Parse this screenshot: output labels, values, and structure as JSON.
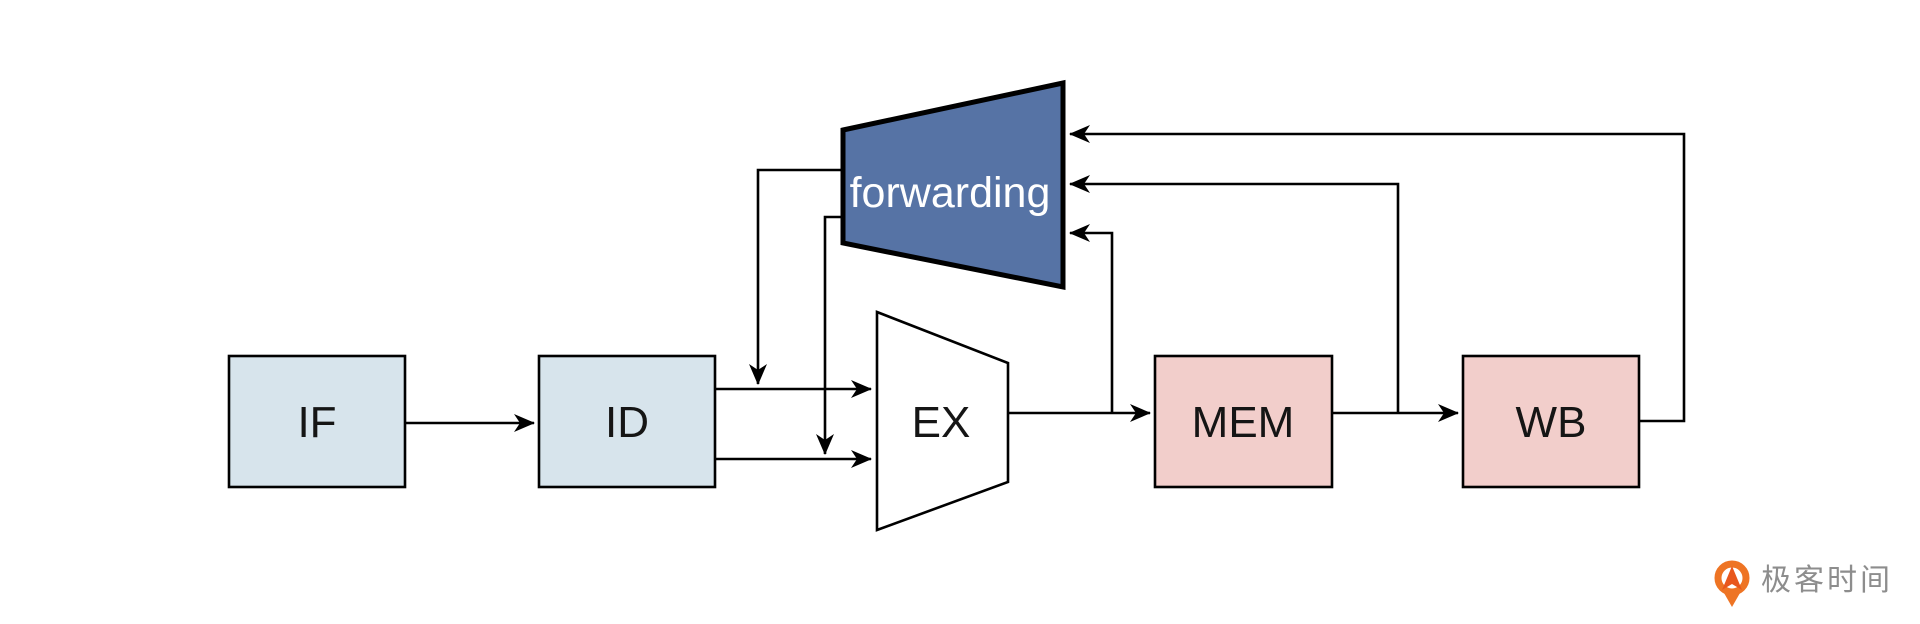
{
  "diagram": {
    "stages": [
      {
        "id": "if",
        "label": "IF"
      },
      {
        "id": "id",
        "label": "ID"
      },
      {
        "id": "ex",
        "label": "EX"
      },
      {
        "id": "mem",
        "label": "MEM"
      },
      {
        "id": "wb",
        "label": "WB"
      }
    ],
    "forwarding": {
      "label": "forwarding"
    },
    "connections": [
      {
        "from": "IF",
        "to": "ID"
      },
      {
        "from": "ID",
        "to": "EX",
        "note": "operand line 1"
      },
      {
        "from": "ID",
        "to": "EX",
        "note": "operand line 2"
      },
      {
        "from": "EX",
        "to": "MEM"
      },
      {
        "from": "MEM",
        "to": "WB"
      },
      {
        "from": "EX result",
        "to": "forwarding"
      },
      {
        "from": "MEM result",
        "to": "forwarding"
      },
      {
        "from": "WB result",
        "to": "forwarding"
      },
      {
        "from": "forwarding",
        "to": "EX operand line 1"
      },
      {
        "from": "forwarding",
        "to": "EX operand line 2"
      }
    ],
    "colors": {
      "stage_front_fill": "#d7e4ec",
      "stage_back_fill": "#f2cecb",
      "ex_fill": "#ffffff",
      "forwarding_fill": "#5673a5",
      "line": "#000000",
      "label": "#151515",
      "forwarding_label": "#ffffff"
    }
  },
  "branding": {
    "logo_text": "极客时间",
    "logo_orange": "#ee7424",
    "logo_text_color": "#8d8d8d"
  }
}
